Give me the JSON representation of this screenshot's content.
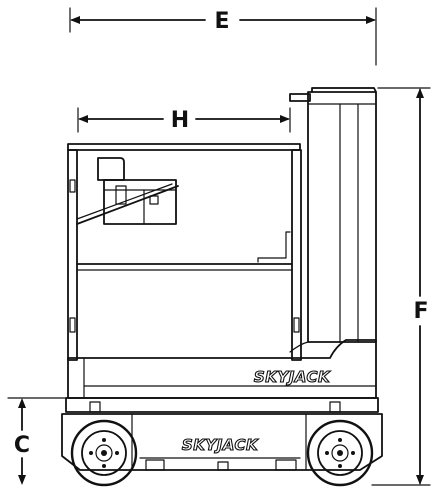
{
  "dimensions": {
    "E": "E",
    "H": "H",
    "F": "F",
    "C": "C"
  },
  "branding": {
    "upper_logo": "SKYJACK",
    "lower_logo": "SKYJACK"
  },
  "colors": {
    "line": "#111111",
    "background": "#ffffff",
    "panel": "#f4f4f4"
  }
}
